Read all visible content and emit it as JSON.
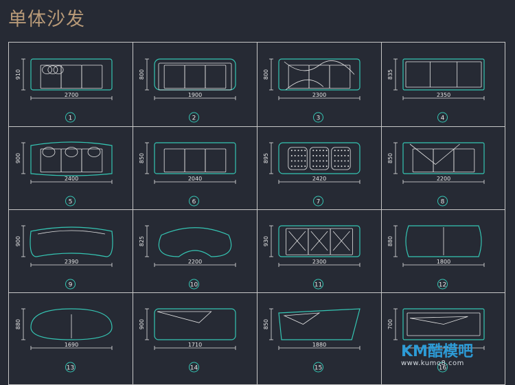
{
  "title": "单体沙发",
  "colors": {
    "background": "#262a34",
    "frame": "#c8c8c8",
    "outline": "#35c6b4",
    "detail": "#e6e6e6",
    "dimension": "#e6e6e6",
    "title": "#b89a78"
  },
  "cells": [
    {
      "number": "1",
      "width_label": "2700",
      "depth_label": "910",
      "style": "cushion-back"
    },
    {
      "number": "2",
      "width_label": "1900",
      "depth_label": "800",
      "style": "rounded-arms"
    },
    {
      "number": "3",
      "width_label": "2300",
      "depth_label": "800",
      "style": "draped"
    },
    {
      "number": "4",
      "width_label": "2350",
      "depth_label": "835",
      "style": "slim-box"
    },
    {
      "number": "5",
      "width_label": "2400",
      "depth_label": "900",
      "style": "curved-cushions"
    },
    {
      "number": "6",
      "width_label": "2040",
      "depth_label": "850",
      "style": "three-seat"
    },
    {
      "number": "7",
      "width_label": "2420",
      "depth_label": "895",
      "style": "tufted"
    },
    {
      "number": "8",
      "width_label": "2200",
      "depth_label": "850",
      "style": "draped-throw"
    },
    {
      "number": "9",
      "width_label": "2390",
      "depth_label": "900",
      "style": "curved"
    },
    {
      "number": "10",
      "width_label": "2200",
      "depth_label": "825",
      "style": "kidney"
    },
    {
      "number": "11",
      "width_label": "2300",
      "depth_label": "930",
      "style": "buttoned"
    },
    {
      "number": "12",
      "width_label": "1800",
      "depth_label": "880",
      "style": "loveseat"
    },
    {
      "number": "13",
      "width_label": "1690",
      "depth_label": "880",
      "style": "round"
    },
    {
      "number": "14",
      "width_label": "1710",
      "depth_label": "900",
      "style": "daybed"
    },
    {
      "number": "15",
      "width_label": "1880",
      "depth_label": "850",
      "style": "chaise"
    },
    {
      "number": "16",
      "width_label": "",
      "depth_label": "700",
      "style": "bench"
    }
  ],
  "watermark": {
    "logo": "KM酷模吧",
    "url": "www.kumo8.com"
  }
}
